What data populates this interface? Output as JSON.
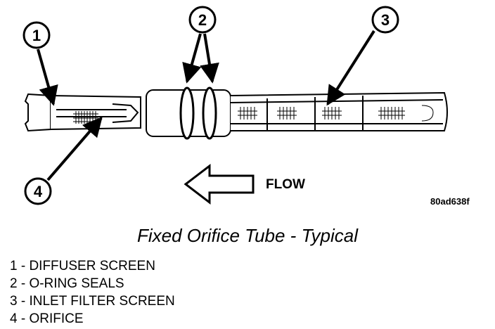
{
  "callouts": [
    "1",
    "2",
    "3",
    "4"
  ],
  "flow_label": "FLOW",
  "figure_code": "80ad638f",
  "caption": "Fixed Orifice Tube - Typical",
  "legend": [
    "1 - DIFFUSER SCREEN",
    "2 - O-RING SEALS",
    "3 - INLET FILTER SCREEN",
    "4 - ORIFICE"
  ]
}
